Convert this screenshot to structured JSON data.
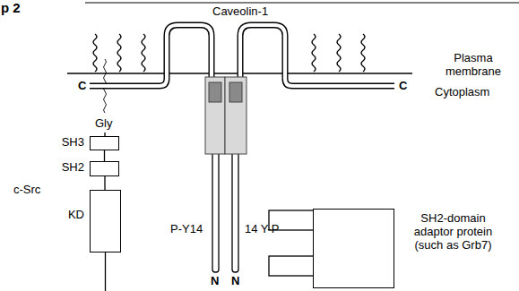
{
  "diagram": {
    "nodes": [
      {
        "text": [
          "SH3"
        ]
      },
      {
        "text": [
          "SH2"
        ]
      },
      {
        "text": [
          "KD"
        ]
      },
      {
        "text": [
          "SH2-domain adaptor protein (such as Grb7)"
        ]
      }
    ],
    "edges": [
      {
        "from": 0,
        "to": 1,
        "arrow": "none"
      },
      {
        "from": 1,
        "to": 2,
        "arrow": "none"
      }
    ],
    "labels": [
      "p 2",
      "Caveolin-1",
      "Plasma membrane",
      "C",
      "Cytoplasm",
      "C",
      "Gly",
      "c-Src",
      "P-Y14",
      "14 Y-P",
      "N",
      "N"
    ]
  }
}
